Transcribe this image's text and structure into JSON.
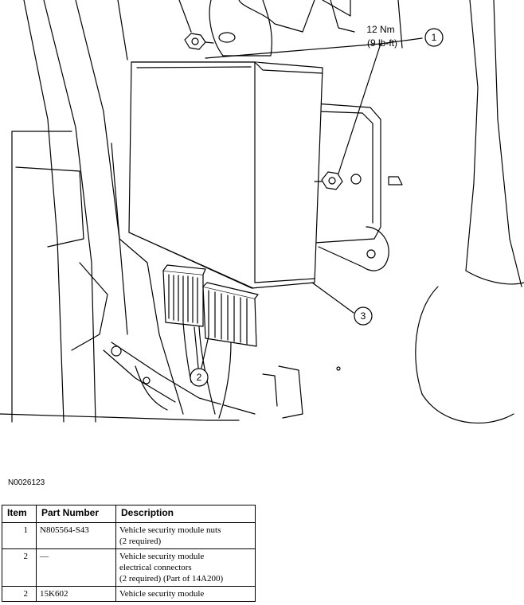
{
  "callouts": [
    {
      "number": "1",
      "label_line1": "12 Nm",
      "label_line2": "(9 lb-ft)"
    },
    {
      "number": "2"
    },
    {
      "number": "3"
    }
  ],
  "figure_id": "N0026123",
  "table": {
    "headers": [
      "Item",
      "Part Number",
      "Description"
    ],
    "rows": [
      {
        "item": "1",
        "part_number": "N805564-S43",
        "description_lines": [
          "Vehicle security module nuts",
          "(2 required)"
        ]
      },
      {
        "item": "2",
        "part_number": "—",
        "description_lines": [
          "Vehicle security module",
          "electrical connectors",
          "(2 required) (Part of 14A200)"
        ]
      },
      {
        "item": "2",
        "part_number": "15K602",
        "description_lines": [
          "Vehicle security module"
        ]
      }
    ]
  }
}
